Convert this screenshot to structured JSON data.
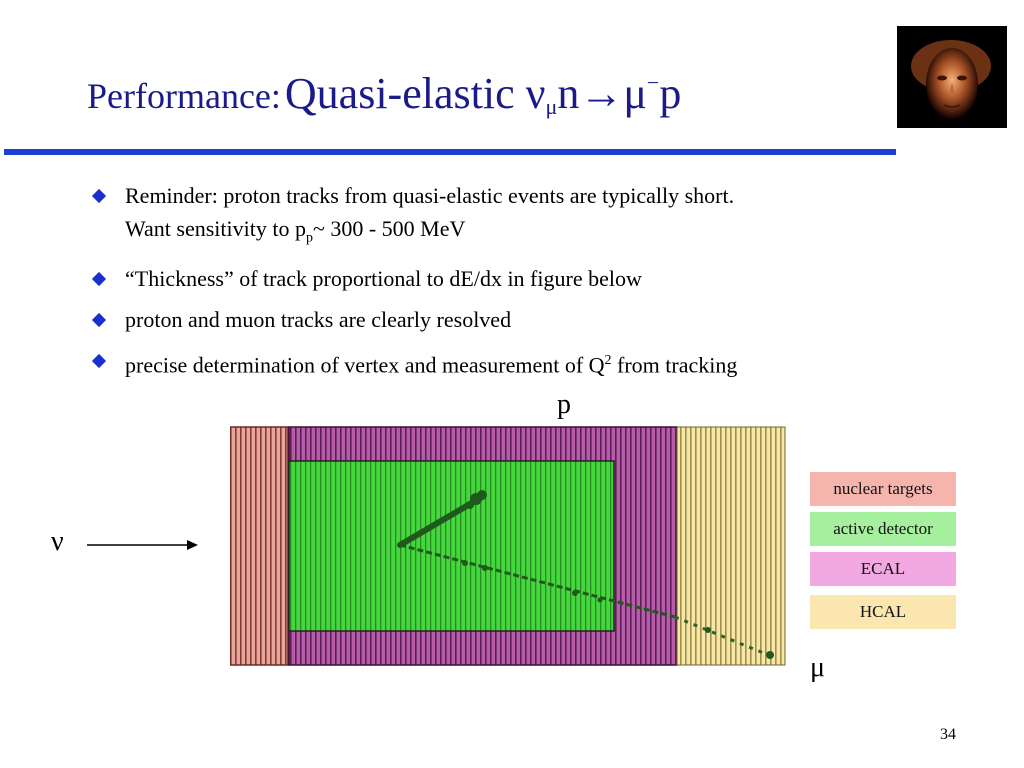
{
  "slide": {
    "title_prefix": "Performance:",
    "title_main": "Quasi-elastic ",
    "title_nu": "ν",
    "title_nu_sub": "μ",
    "title_n": "n",
    "title_arrow": "→",
    "title_mu": "μ",
    "title_mu_sup": "−",
    "title_p": "p",
    "page_number": "34"
  },
  "bullets": {
    "b1_line1": "Reminder: proton tracks from quasi-elastic events are typically short.",
    "b1_line2_pre": "Want sensitivity to p",
    "b1_line2_sub": "p",
    "b1_line2_post": "~ 300 - 500 MeV",
    "b2": "“Thickness” of track proportional to dE/dx in figure below",
    "b3": "proton and muon tracks are clearly resolved",
    "b4_pre": "precise determination of vertex and measurement of Q",
    "b4_sup": "2",
    "b4_post": " from tracking"
  },
  "figure": {
    "label_p": "p",
    "label_nu": "ν",
    "label_mu": "μ"
  },
  "legend": [
    {
      "label": "nuclear targets",
      "color": "#f5b5ad"
    },
    {
      "label": "active detector",
      "color": "#a6ef9e"
    },
    {
      "label": "ECAL",
      "color": "#f2a8e0"
    },
    {
      "label": "HCAL",
      "color": "#fbe6b0"
    }
  ],
  "colors": {
    "title": "#1a1a8a",
    "rule": "#1c3fd6",
    "bullet": "#1b2fd0",
    "nuclear": "#e8a79e",
    "ecal": "#b45aa6",
    "active": "#3fd23a",
    "hcal": "#f3e3a0",
    "track": "#1f5a1c"
  }
}
